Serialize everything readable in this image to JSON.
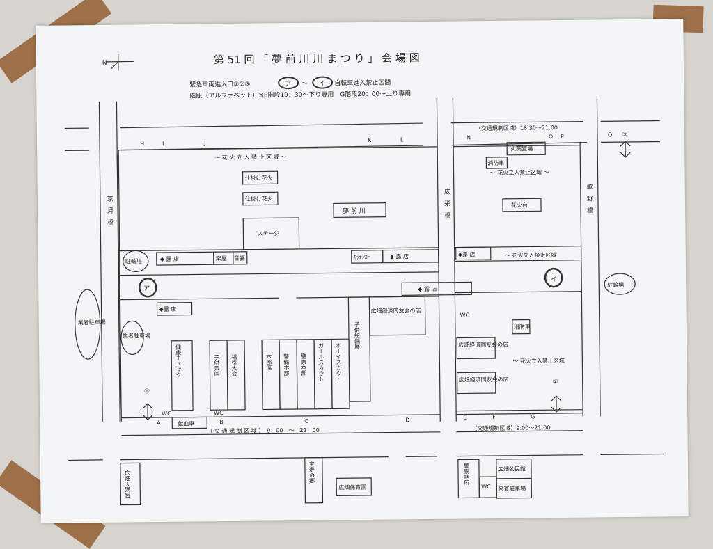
{
  "title": "第 51 回 「 夢 前 川 川 ま つ り 」 会 場 図",
  "north": "N",
  "legend": {
    "line1_prefix": "緊急車両進入口①②③",
    "mark_a": "ア",
    "tilde": "～",
    "mark_i": "イ",
    "line1_suffix": "自転車進入禁止区間",
    "line2": "階段（アルファベット）※E階段19：30〜下り専用　G階段20：00〜上り専用"
  },
  "points": {
    "A": "A",
    "B": "B",
    "C": "C",
    "D": "D",
    "E": "E",
    "F": "F",
    "G": "G",
    "H": "H",
    "I": "I",
    "J": "J",
    "K": "K",
    "L": "L",
    "N": "N",
    "O": "O",
    "P": "P",
    "Q": "Q"
  },
  "entries": {
    "e1": "①",
    "e2": "②",
    "e3": "③"
  },
  "traffic": {
    "top": "（交通規制区域）18:30〜21:00",
    "bottom_left": "（ 交 通 規 制 区 域 ）　9：00　～　21：00",
    "bottom_right": "（交通規制区域）9:00〜21:00"
  },
  "no_fireworks": "〜 花 火 立 入 禁 止 区 域 〜",
  "no_fireworks_r1": "〜 花火立入禁止区域 〜",
  "no_fireworks_r2": "〜 花火立入禁止区域",
  "no_fireworks_r3": "〜 花火立入禁止区域",
  "bridges": {
    "kyomi": "京見橋",
    "kouei": "広栄橋",
    "utano": "歌野橋"
  },
  "booths": {
    "shikake1": "仕掛け花火",
    "shikake2": "仕掛け花火",
    "yumesakigawa": "夢 前 川",
    "stage": "ステージ",
    "churinjo_left": "駐輪場",
    "roten1": "◆ 露 店",
    "gakuya": "楽屋",
    "onkyo": "音響",
    "kitchencar": "ｷｯﾁﾝｶｰ",
    "roten2": "◆ 露 店",
    "roten3": "◆露 店",
    "mark_a2": "ア",
    "roten4": "◆ 露 店",
    "mark_i2": "イ",
    "roten5": "◆露 店",
    "gyosha_left": "業者駐車場",
    "gyosha": "業者駐車場",
    "kenko": "健康チェック",
    "kodomo_tengoku": "子供天国",
    "fukubiki": "福引大会",
    "honbuseki": "本部席",
    "keibi": "警備本部",
    "keisatsu": "警察本部",
    "girlscout": "ガールスカウト",
    "boyscout": "ボーイスカウト",
    "kodomo_kaiga": "子供絵画展",
    "keizai_store": "広畑経済同友会の店",
    "kasenba": "火薬置場",
    "shoboshe1": "消防車",
    "hanabidai": "花火台",
    "wc_mid": "WC",
    "shoboshe2": "消防車",
    "keizai2": "広畑経済同友会の店",
    "keizai3": "広畑経済同友会の店",
    "churinjo_right": "駐輪場",
    "wc_a": "WC",
    "wc_b": "WC",
    "kenketsu": "献血車",
    "hiroshata": "広畑天満宮",
    "takarajutsu": "宝寿の郷",
    "hoikuen": "広畑保育園",
    "koban": "警察詰所",
    "wc_bottom": "WC",
    "kominkan": "広畑公民館",
    "raihin": "来賓駐車場"
  }
}
